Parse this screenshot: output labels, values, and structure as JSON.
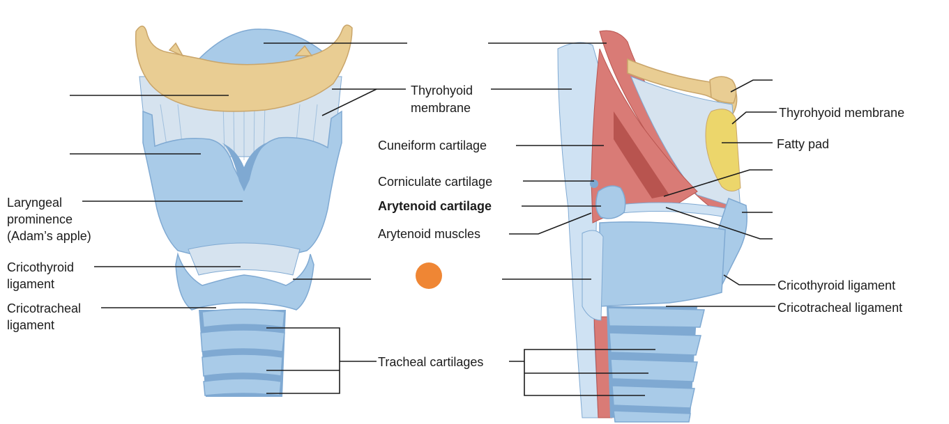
{
  "colors": {
    "cartilage": "#a9cbe8",
    "cartilage_dark": "#7fa9d2",
    "cartilage_light": "#cfe2f3",
    "bone": "#e9cd93",
    "bone_dark": "#c9a56a",
    "membrane": "#d6e3ef",
    "muscle": "#d97b76",
    "muscle_dark": "#b8544f",
    "fat": "#ecd66b",
    "marker": "#ef8634"
  },
  "labels": {
    "thyrohyoid_membrane_l1": "Thyrohyoid",
    "thyrohyoid_membrane_l2": "membrane",
    "laryngeal_prominence_l1": "Laryngeal",
    "laryngeal_prominence_l2": "prominence",
    "laryngeal_prominence_l3": "(Adam’s apple)",
    "cricothyroid_left_l1": "Cricothyroid",
    "cricothyroid_left_l2": "ligament",
    "cricotracheal_left_l1": "Cricotracheal",
    "cricotracheal_left_l2": "ligament",
    "cuneiform": "Cuneiform cartilage",
    "corniculate": "Corniculate cartilage",
    "arytenoid": "Arytenoid cartilage",
    "arytenoid_muscles": "Arytenoid muscles",
    "tracheal_cartilages": "Tracheal cartilages",
    "thyrohyoid_membrane_right": "Thyrohyoid membrane",
    "fatty_pad": "Fatty pad",
    "cricothyroid_right": "Cricothyroid ligament",
    "cricotracheal_right": "Cricotracheal ligament"
  },
  "icons": {
    "marker": "orange-dot-icon"
  }
}
